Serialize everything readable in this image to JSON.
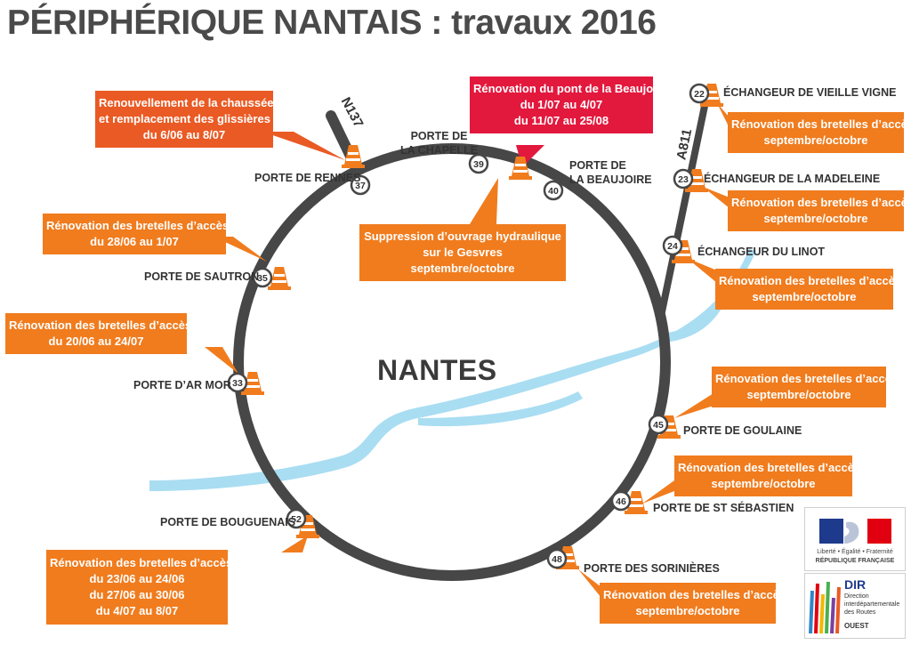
{
  "title": "PÉRIPHÉRIQUE NANTAIS : travaux 2016",
  "city": "NANTES",
  "colors": {
    "ring": "#474747",
    "river": "#a9ddf2",
    "callout_orange": "#f07c1e",
    "callout_red": "#e3183d",
    "callout_redorange": "#ea5a24",
    "cone": "#f07c1e"
  },
  "roads": {
    "n137": "N137",
    "a811": "A811"
  },
  "exits": [
    {
      "number": "37",
      "name": "PORTE DE RENNES"
    },
    {
      "number": "39",
      "name_line1": "PORTE DE",
      "name_line2": "LA CHAPELLE"
    },
    {
      "number": "40",
      "name_line1": "PORTE DE",
      "name_line2": "LA BEAUJOIRE"
    },
    {
      "number": "35",
      "name": "PORTE DE SAUTRON"
    },
    {
      "number": "33",
      "name": "PORTE D’AR MOR"
    },
    {
      "number": "52",
      "name": "PORTE DE BOUGUENAIS"
    },
    {
      "number": "48",
      "name": "PORTE DES SORINIÈRES"
    },
    {
      "number": "46",
      "name": "PORTE DE ST SÉBASTIEN"
    },
    {
      "number": "45",
      "name": "PORTE DE GOULAINE"
    },
    {
      "number": "24",
      "name": "ÉCHANGEUR DU LINOT"
    },
    {
      "number": "23",
      "name": "ÉCHANGEUR DE LA MADELEINE"
    },
    {
      "number": "22",
      "name": "ÉCHANGEUR DE VIEILLE VIGNE"
    }
  ],
  "callouts": {
    "rennes": [
      "Renouvellement de la chaussée",
      "et remplacement des glissières",
      "du 6/06 au 8/07"
    ],
    "beaujoire": [
      "Rénovation du pont de la Beaujoire",
      "du 1/07 au 4/07",
      "du 11/07 au 25/08"
    ],
    "chapelle": [
      "Suppression d’ouvrage hydraulique",
      "sur le Gesvres",
      "septembre/octobre"
    ],
    "sautron": [
      "Rénovation des bretelles d’accès",
      "du 28/06 au 1/07"
    ],
    "armor": [
      "Rénovation des bretelles d’accès",
      "du 20/06 au 24/07"
    ],
    "bouguenais": [
      "Rénovation des bretelles d’accès",
      "du 23/06 au 24/06",
      "du 27/06 au 30/06",
      "du 4/07 au 8/07"
    ],
    "vieille_vigne": [
      "Rénovation des bretelles d’accès",
      "septembre/octobre"
    ],
    "madeleine": [
      "Rénovation des bretelles d’accès",
      "septembre/octobre"
    ],
    "linot": [
      "Rénovation des bretelles d’accès",
      "septembre/octobre"
    ],
    "goulaine": [
      "Rénovation des bretelles d’accès",
      "septembre/octobre"
    ],
    "st_sebastien": [
      "Rénovation des bretelles d’accès",
      "septembre/octobre"
    ],
    "sorinieres": [
      "Rénovation des bretelles d’accès",
      "septembre/octobre"
    ]
  },
  "logos": {
    "republique": {
      "motto": "Liberté • Égalité • Fraternité",
      "name": "RÉPUBLIQUE FRANÇAISE"
    },
    "dir": {
      "acronym": "DIR",
      "line1": "Direction",
      "line2": "interdépartementale",
      "line3": "des Routes",
      "region": "OUEST"
    }
  }
}
